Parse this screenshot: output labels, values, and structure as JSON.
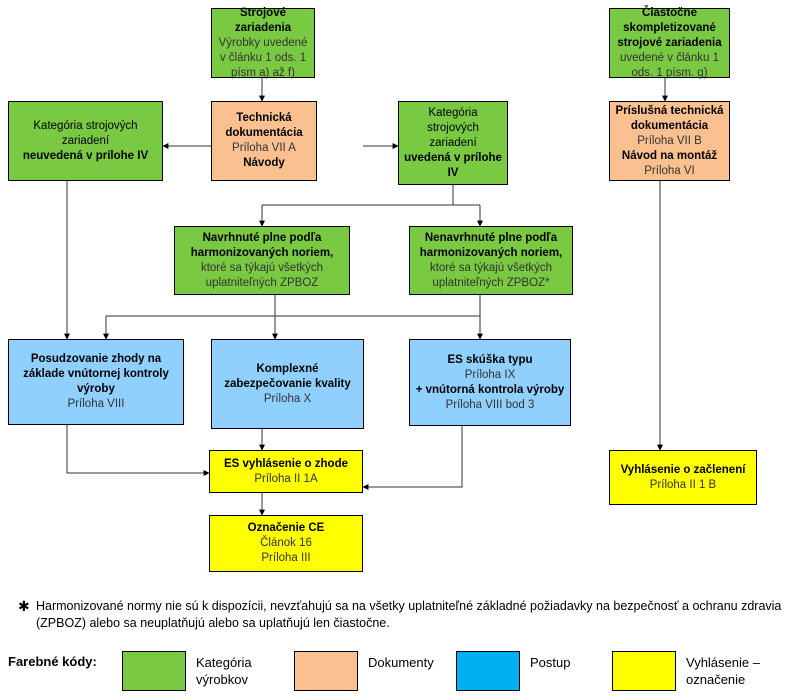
{
  "boxes": {
    "machinery": {
      "title": "Strojové zariadenia",
      "text": "Výrobky uvedené v článku 1 ods. 1 písm a) až f)"
    },
    "partial": {
      "title": "Čiastočne skompletizované strojové zariadenia",
      "text": "uvedené v článku 1 ods. 1 písm. g)"
    },
    "techdoc": {
      "title": "Technická dokumentácia",
      "text": "Príloha VII A",
      "extra": "Návody"
    },
    "partial_techdoc": {
      "title": "Príslušná technická dokumentácia",
      "text": "Príloha VII B",
      "extra": "Návod na montáž",
      "extra_sub": "Príloha VI"
    },
    "cat_not_listed": {
      "text": "Kategória strojových zariadení",
      "bold": "neuvedená v prílohe IV"
    },
    "cat_listed": {
      "text": "Kategória strojových zariadení",
      "bold": "uvedená v prílohe IV"
    },
    "designed_full": {
      "bold": "Navrhnuté plne podľa harmonizovaných noriem,",
      "text": "ktoré sa týkajú všetkých uplatniteľných ZPBOZ"
    },
    "not_designed_full": {
      "bold": "Nenavrhnuté plne podľa harmonizovaných noriem,",
      "text": "ktoré sa týkajú všetkých uplatniteľných ZPBOZ*"
    },
    "internal_control": {
      "title": "Posudzovanie zhody na základe vnútornej kontroly výroby",
      "text": "Príloha VIII"
    },
    "full_quality": {
      "title": "Komplexné zabezpečovanie kvality",
      "text": "Príloha X"
    },
    "type_exam": {
      "title": "ES skúška typu",
      "text": "Príloha IX",
      "title2": "+ vnútorná kontrola výroby",
      "text2": "Príloha VIII bod 3"
    },
    "declaration": {
      "title": "ES vyhlásenie o zhode",
      "text": "Príloha II 1A"
    },
    "incorporation": {
      "title": "Vyhlásenie o začlenení",
      "text": "Príloha II 1 B"
    },
    "ce_marking": {
      "title": "Označenie CE",
      "text": "Článok 16",
      "text2": "Príloha III"
    }
  },
  "footnote": {
    "star": "✱",
    "text": "Harmonizované normy nie sú k dispozícii, nevzťahujú sa na všetky uplatniteľné základné požiadavky na bezpečnosť a ochranu zdravia (ZPBOZ) alebo sa neuplatňujú alebo sa uplatňujú len čiastočne."
  },
  "legend": {
    "title": "Farebné kódy:",
    "items": [
      {
        "label": "Kategória výrobkov",
        "color": "#7ac943"
      },
      {
        "label": "Dokumenty",
        "color": "#fac090"
      },
      {
        "label": "Postup",
        "color": "#00b0f0"
      },
      {
        "label": "Vyhlásenie – označenie",
        "color": "#ffff00"
      }
    ]
  }
}
